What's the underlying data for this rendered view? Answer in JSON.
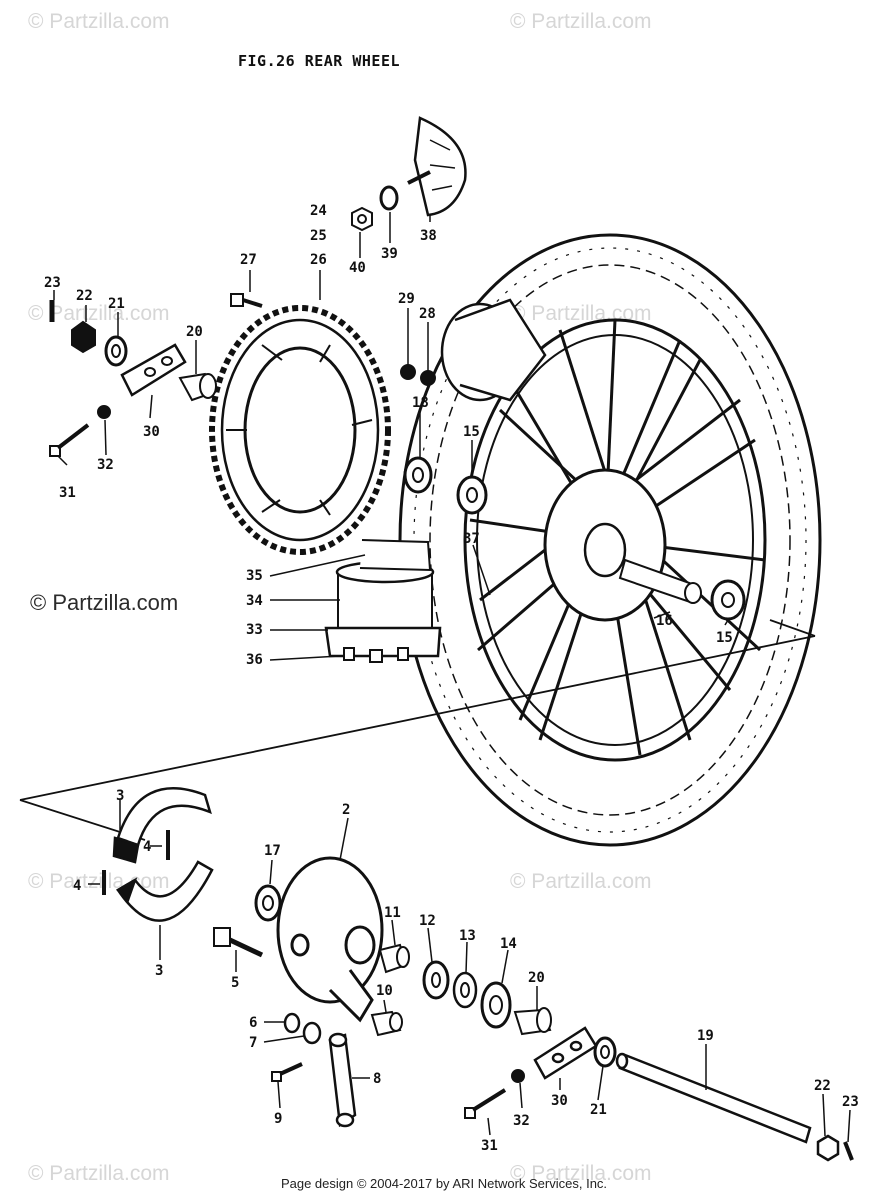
{
  "watermark": "© Partzilla.com",
  "figure_title": "FIG.26  REAR WHEEL",
  "footer": "Page design © 2004-2017 by ARI Network Services, Inc.",
  "callouts": [
    {
      "label": "24"
    },
    {
      "label": "25"
    },
    {
      "label": "26"
    },
    {
      "label": "27"
    },
    {
      "label": "40"
    },
    {
      "label": "39"
    },
    {
      "label": "38"
    },
    {
      "label": "23"
    },
    {
      "label": "22"
    },
    {
      "label": "21"
    },
    {
      "label": "20"
    },
    {
      "label": "30"
    },
    {
      "label": "32"
    },
    {
      "label": "31"
    },
    {
      "label": "29"
    },
    {
      "label": "28"
    },
    {
      "label": "18"
    },
    {
      "label": "15"
    },
    {
      "label": "37"
    },
    {
      "label": "35"
    },
    {
      "label": "34"
    },
    {
      "label": "33"
    },
    {
      "label": "36"
    },
    {
      "label": "16"
    },
    {
      "label": "15"
    },
    {
      "label": "3"
    },
    {
      "label": "4"
    },
    {
      "label": "4"
    },
    {
      "label": "3"
    },
    {
      "label": "2"
    },
    {
      "label": "17"
    },
    {
      "label": "5"
    },
    {
      "label": "11"
    },
    {
      "label": "12"
    },
    {
      "label": "13"
    },
    {
      "label": "14"
    },
    {
      "label": "10"
    },
    {
      "label": "6"
    },
    {
      "label": "7"
    },
    {
      "label": "8"
    },
    {
      "label": "9"
    },
    {
      "label": "20"
    },
    {
      "label": "30"
    },
    {
      "label": "21"
    },
    {
      "label": "32"
    },
    {
      "label": "31"
    },
    {
      "label": "19"
    },
    {
      "label": "22"
    },
    {
      "label": "23"
    }
  ]
}
